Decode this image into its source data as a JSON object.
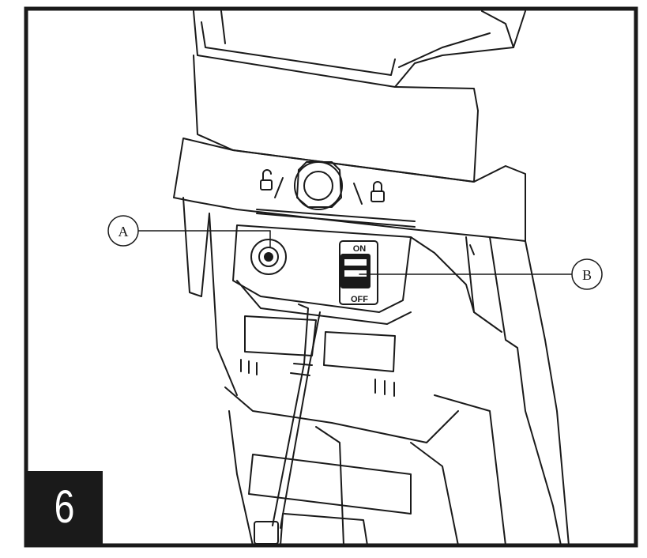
{
  "step_number": "6",
  "callouts": {
    "a": "A",
    "b": "B"
  },
  "switch": {
    "on_label": "ON",
    "off_label": "OFF"
  },
  "colors": {
    "ink": "#1a1a1a",
    "paper": "#ffffff"
  },
  "icons": [
    "unlock-icon",
    "lock-icon",
    "rotary-knob-icon",
    "socket-icon"
  ]
}
